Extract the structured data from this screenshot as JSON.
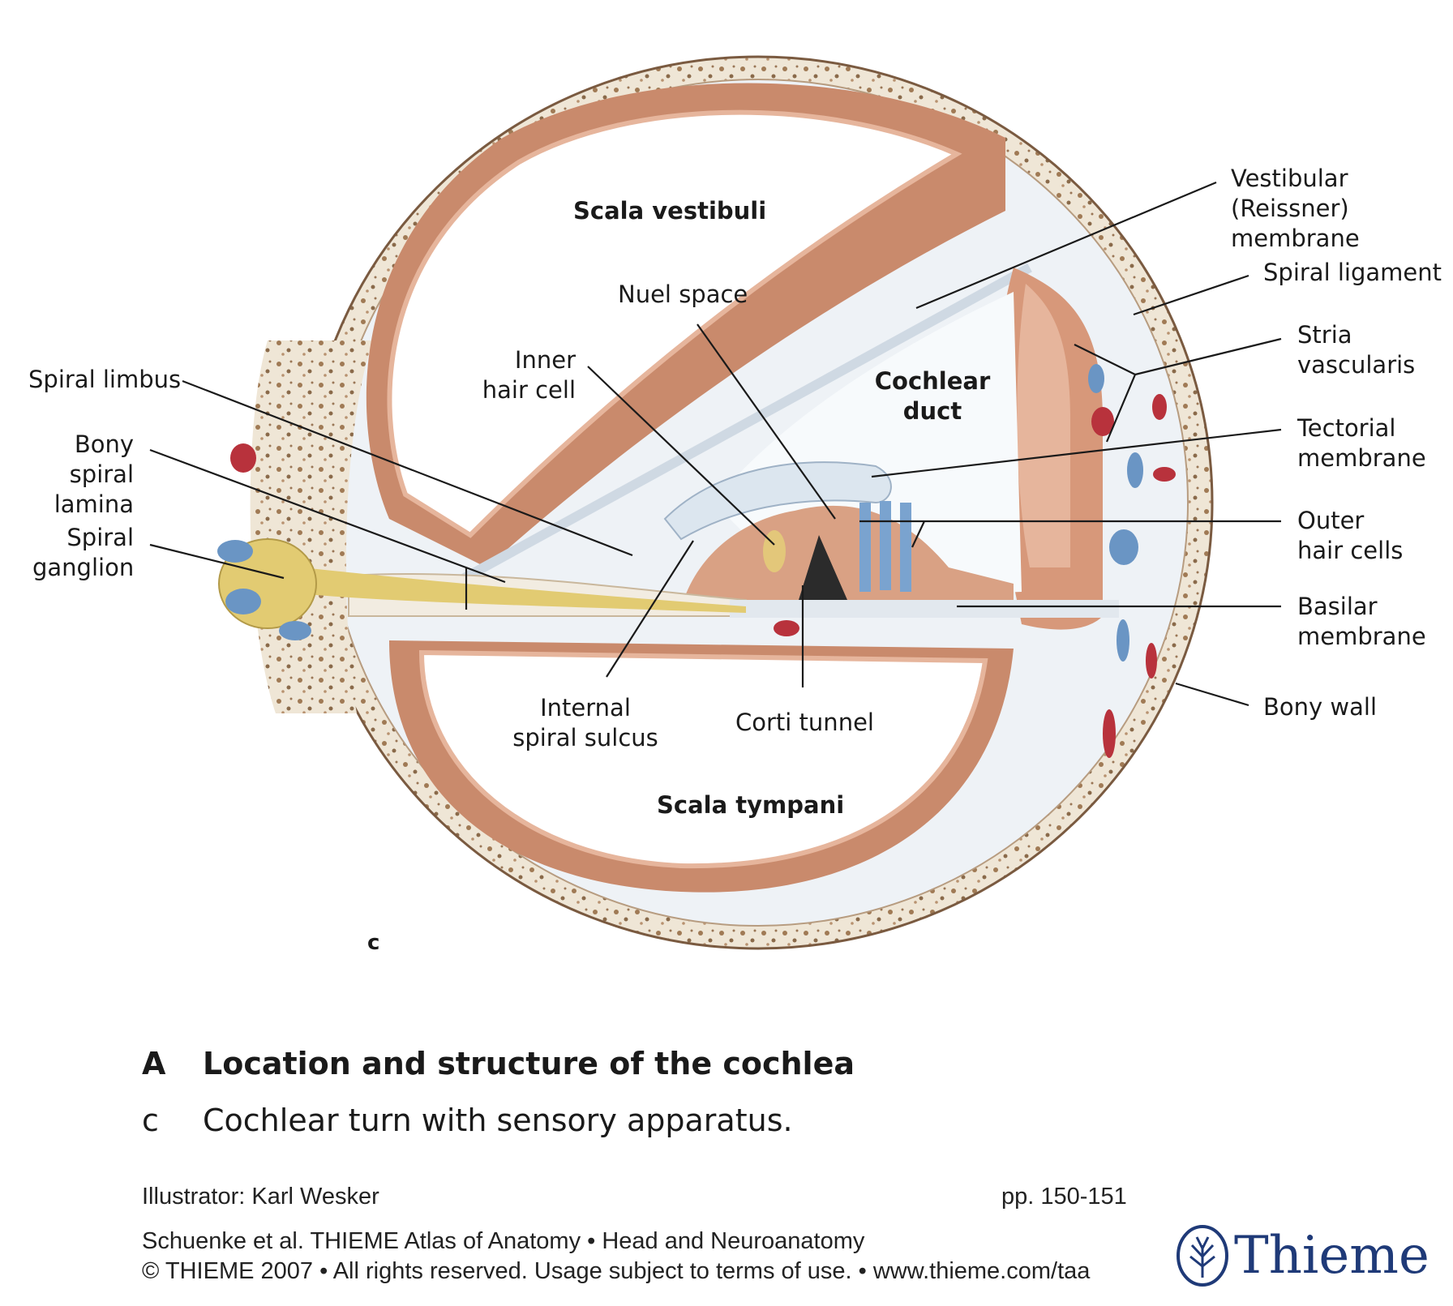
{
  "labels": {
    "scala_vestibuli": "Scala vestibuli",
    "scala_tympani": "Scala tympani",
    "cochlear_duct": "Cochlear\nduct",
    "nuel_space": "Nuel space",
    "inner_hair_cell": "Inner\nhair cell",
    "spiral_limbus": "Spiral limbus",
    "bony_spiral_lamina": "Bony spiral\nlamina",
    "spiral_ganglion": "Spiral\nganglion",
    "internal_spiral_sulcus": "Internal\nspiral sulcus",
    "corti_tunnel": "Corti tunnel",
    "vestibular_membrane": "Vestibular (Reissner)\nmembrane",
    "spiral_ligament": "Spiral ligament",
    "stria_vascularis": "Stria\nvascularis",
    "tectorial_membrane": "Tectorial\nmembrane",
    "outer_hair_cells": "Outer\nhair cells",
    "basilar_membrane": "Basilar\nmembrane",
    "bony_wall": "Bony wall",
    "panel_letter": "c"
  },
  "caption": {
    "letter_a": "A",
    "title": "Location and structure of the cochlea",
    "letter_c": "c",
    "subtitle": "Cochlear turn with sensory apparatus."
  },
  "footer": {
    "illustrator": "Illustrator: Karl Wesker",
    "pages": "pp.  150-151",
    "source": "Schuenke et al. THIEME Atlas of Anatomy  •  Head and Neuroanatomy",
    "copyright": "© THIEME 2007  •  All rights reserved. Usage subject to terms of use.  •  www.thieme.com/taa",
    "logo_text": "Thieme"
  },
  "colors": {
    "bone": "#efe6d6",
    "bone_speck": "#8a6a4a",
    "membrane": "#e6edf3",
    "tissue": "#c98a6c",
    "tissue_light": "#e6b59c",
    "vein_blue": "#6a95c4",
    "artery_red": "#b8323c",
    "nerve": "#e2cb72",
    "logo_blue": "#1f3a78"
  }
}
